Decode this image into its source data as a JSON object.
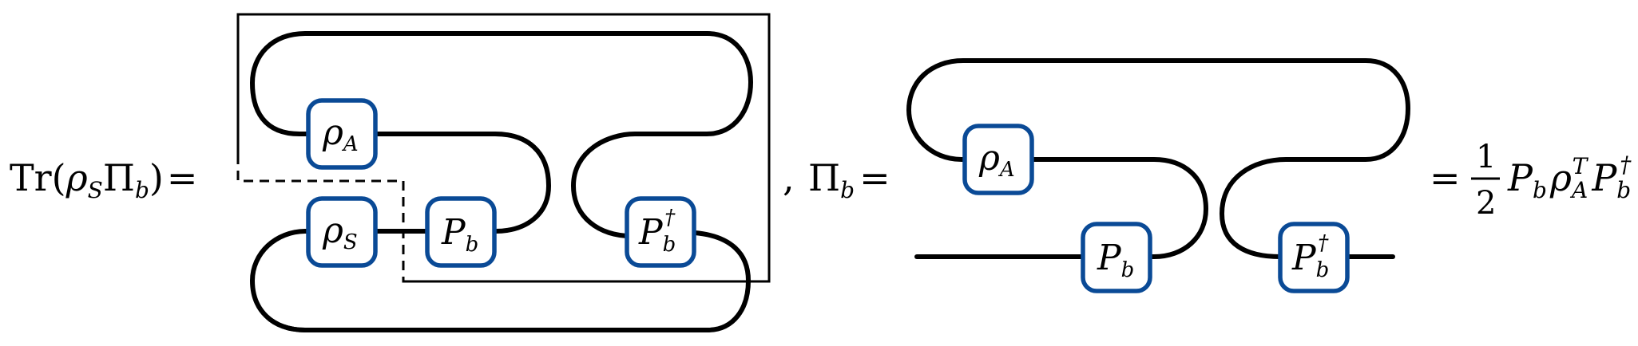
{
  "equation": {
    "lhs": {
      "tr": "Tr",
      "open": "(",
      "rho": "ρ",
      "rho_sub": "S",
      "pi": "Π",
      "pi_sub": "b",
      "close": ")",
      "eq": "="
    },
    "comma": ",",
    "pi_def": {
      "pi": "Π",
      "pi_sub": "b",
      "eq": "="
    },
    "rhs": {
      "eq": "=",
      "num": "1",
      "den": "2",
      "p": "P",
      "p_sub": "b",
      "rho": "ρ",
      "rho_sub": "A",
      "rho_sup": "T",
      "p2": "P",
      "p2_sub": "b",
      "p2_sup": "†"
    }
  },
  "boxes": {
    "rho_a": {
      "main": "ρ",
      "sub": "A"
    },
    "rho_s": {
      "main": "ρ",
      "sub": "S"
    },
    "p_b": {
      "main": "P",
      "sub": "b"
    },
    "p_b_dag": {
      "main": "P",
      "sub": "b",
      "sup": "†"
    }
  },
  "colors": {
    "box_border": "#0a4a96",
    "wire": "#000000"
  }
}
